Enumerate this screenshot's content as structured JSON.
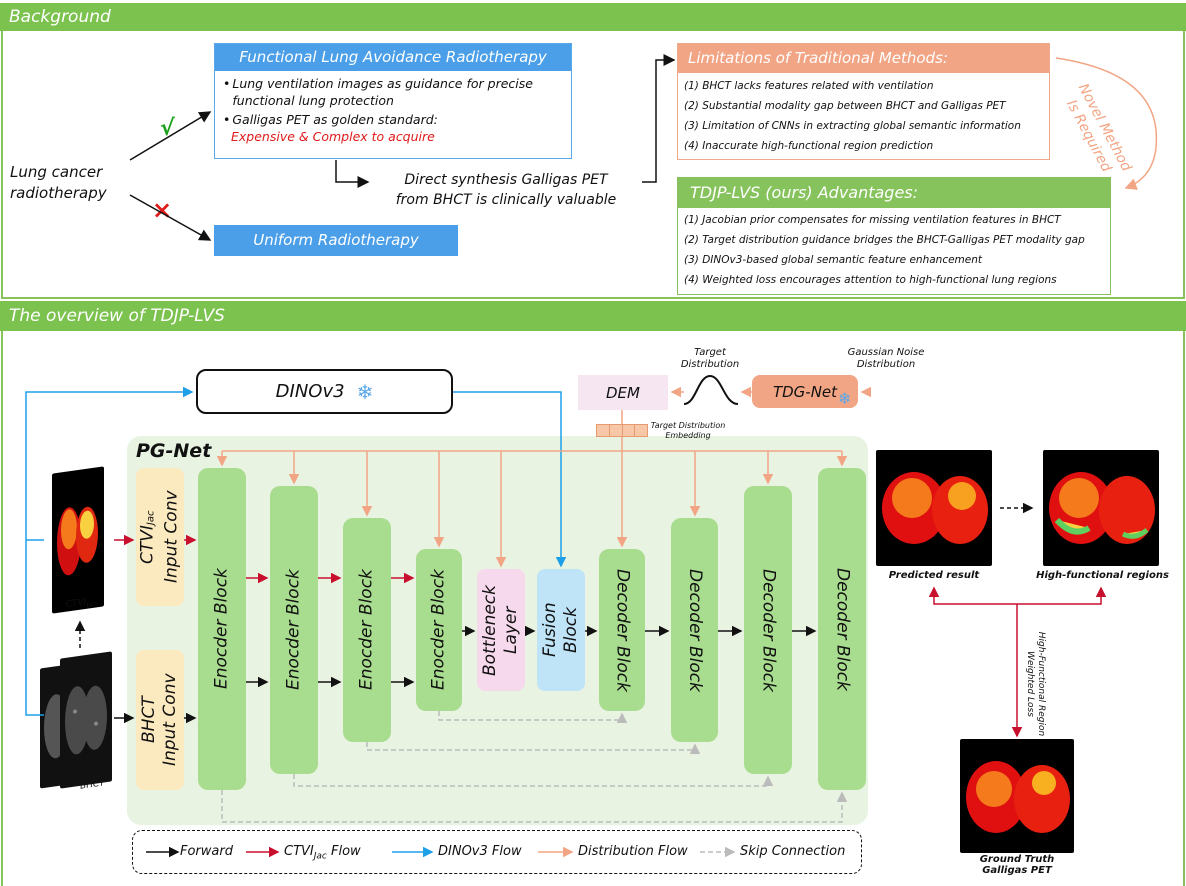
{
  "sections": {
    "background": "Background",
    "overview": "The overview of TDJP-LVS"
  },
  "left_title": [
    "Lung cancer",
    "radiotherapy"
  ],
  "check_mark": "√",
  "cross_mark": "×",
  "flart": {
    "title": "Functional Lung Avoidance Radiotherapy",
    "bullet1": "Lung ventilation images as guidance for precise functional lung protection",
    "bullet2": "Galligas PET as golden standard:",
    "bullet2_red": "Expensive & Complex to acquire"
  },
  "uniform": "Uniform Radiotherapy",
  "direct": [
    "Direct synthesis Galligas PET",
    "from BHCT is clinically valuable"
  ],
  "limitations": {
    "title": "Limitations of Traditional Methods:",
    "items": [
      "(1) BHCT lacks features related with ventilation",
      "(2) Substantial modality gap between BHCT and Galligas PET",
      "(3) Limitation of CNNs in extracting global semantic information",
      "(4) Inaccurate high-functional region prediction"
    ]
  },
  "novel": [
    "Novel Method",
    "Is Required"
  ],
  "advantages": {
    "title": "TDJP-LVS (ours) Advantages:",
    "items": [
      "(1) Jacobian prior compensates for missing ventilation features in BHCT",
      "(2) Target distribution guidance bridges the BHCT-Galligas PET modality gap",
      "(3) DINOv3-based global semantic feature enhancement",
      "(4) Weighted loss encourages attention to high-functional lung regions"
    ]
  },
  "overview": {
    "dinov3": "DINOv3",
    "snowflake": "❄",
    "dem": "DEM",
    "tdgnet": "TDG-Net",
    "target_distribution": [
      "Target",
      "Distribution"
    ],
    "gaussian": [
      "Gaussian Noise",
      "Distribution"
    ],
    "tde": [
      "Target Distribution",
      "Embedding"
    ],
    "pgnet": "PG-Net",
    "ctvi_conv": "CTVIJac\nInput Conv",
    "ctvi_conv_main": "CTVI",
    "ctvi_conv_sub": "Jac",
    "ctvi_conv_line2": "Input Conv",
    "bhct_conv": "BHCT\nInput Conv",
    "encoder": "Enocder Block",
    "bottleneck": "Bottleneck\nLayer",
    "fusion": "Fusion\nBlock",
    "decoder": "Decoder Block",
    "ctvi_label": "CTVI",
    "ctvi_label_sub": "Jac",
    "bhct_label": "BHCT",
    "predicted": "Predicted result",
    "highfunc": "High-functional regions",
    "gt": [
      "Ground Truth",
      "Galligas PET"
    ],
    "loss": [
      "High-Functional Region",
      "Weighted Loss"
    ]
  },
  "legend": {
    "forward": "Forward",
    "ctvi_flow": "CTVIJac Flow",
    "ctvi_flow_main": "CTVI",
    "ctvi_flow_sub": "Jac",
    "ctvi_flow_end": " Flow",
    "dinov3_flow": "DINOv3 Flow",
    "distribution_flow": "Distribution Flow",
    "skip": "Skip Connection"
  },
  "colors": {
    "green": "#7cc24f",
    "blue": "#4a9fe8",
    "orange": "#f2a584",
    "red_arrow": "#c8102e",
    "block_green": "#a8dc8e"
  }
}
